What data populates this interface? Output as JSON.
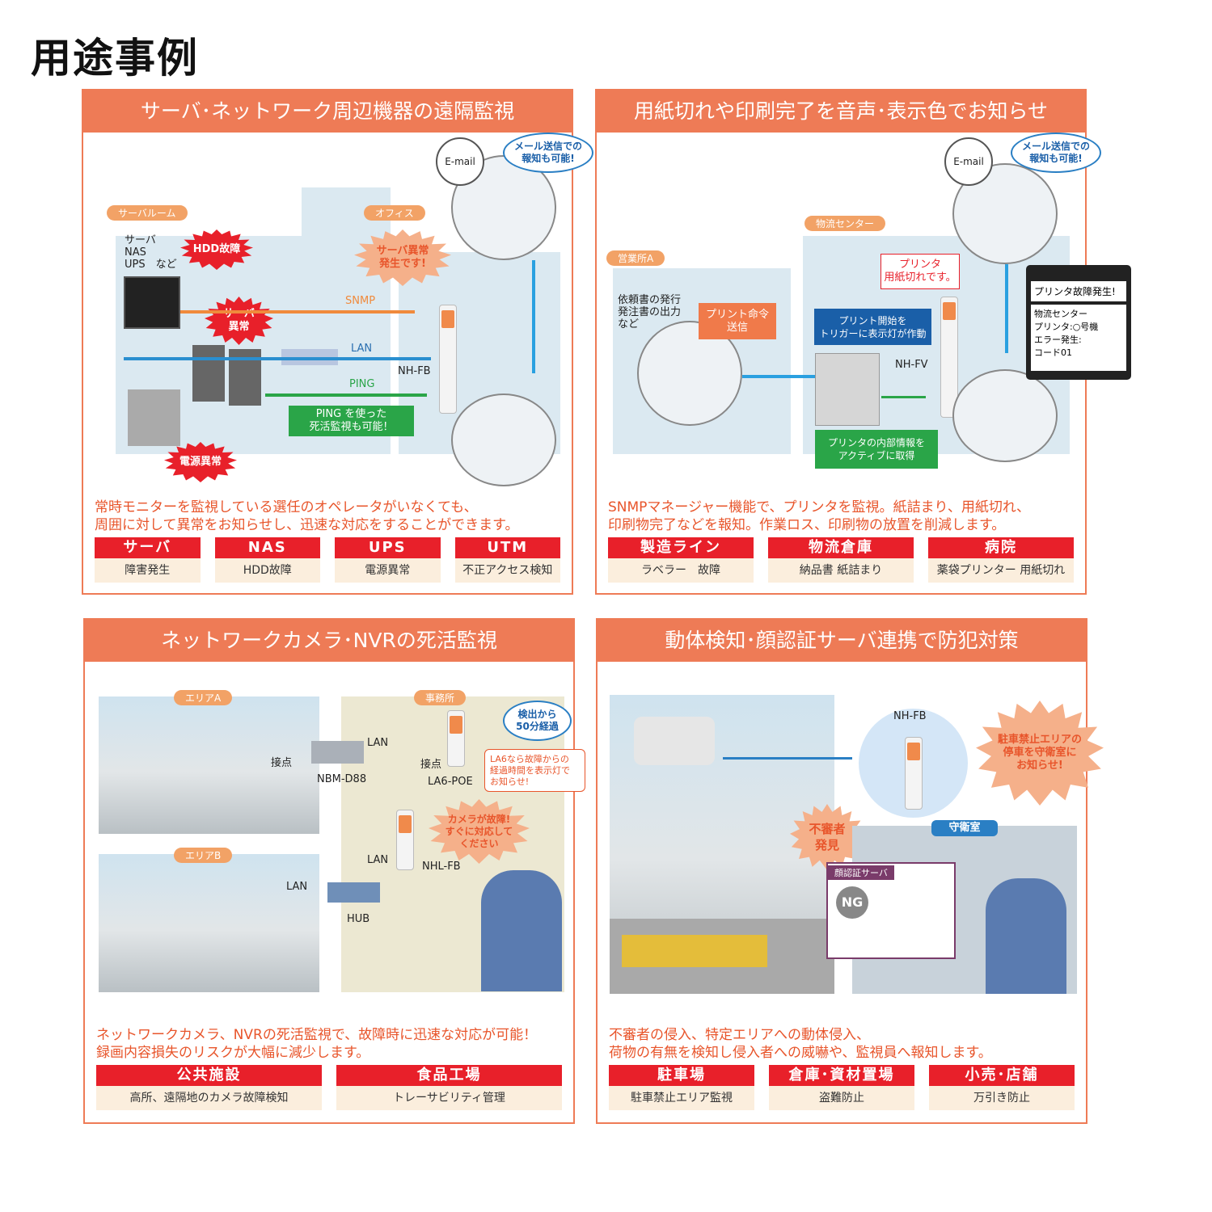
{
  "title": "用途事例",
  "panels": [
    {
      "title": "サーバ･ネットワーク周辺機器の遠隔監視",
      "desc": "常時モニターを監視している選任のオペレータがいなくても、\n周囲に対して異常をお知らせし、迅速な対応をすることができます。",
      "tags": [
        {
          "name": "サーバ",
          "detail": "障害発生"
        },
        {
          "name": "NAS",
          "detail": "HDD故障"
        },
        {
          "name": "UPS",
          "detail": "電源異常"
        },
        {
          "name": "UTM",
          "detail": "不正アクセス検知"
        }
      ],
      "labels": {
        "server_room": "サーバルーム",
        "office": "オフィス",
        "devices": "サーバ\nNAS\nUPS　など",
        "hdd": "HDD故障",
        "server_error": "サーバ\n異常",
        "power": "電源異常",
        "snmp": "SNMP",
        "lan": "LAN",
        "ping": "PING",
        "ping_note": "PING を使った\n死活監視も可能！",
        "model": "NH-FB",
        "alert": "サーバ異常\n発生です!",
        "email": "E-mail",
        "mail_note": "メール送信での\n報知も可能!"
      }
    },
    {
      "title": "用紙切れや印刷完了を音声･表示色でお知らせ",
      "desc": "SNMPマネージャー機能で、プリンタを監視。紙詰まり、用紙切れ、\n印刷物完了などを報知。作業ロス、印刷物の放置を削減します。",
      "tags": [
        {
          "name": "製造ライン",
          "detail": "ラベラー　故障"
        },
        {
          "name": "物流倉庫",
          "detail": "納品書 紙詰まり"
        },
        {
          "name": "病院",
          "detail": "薬袋プリンター 用紙切れ"
        }
      ],
      "labels": {
        "sales": "営業所A",
        "logistics": "物流センター",
        "work": "依頼書の発行\n発注書の出力\nなど",
        "print_cmd": "プリント命令\n送信",
        "paper_out": "プリンタ\n用紙切れです。",
        "trigger": "プリント開始を\nトリガーに表示灯が作動",
        "model": "NH-FV",
        "active": "プリンタの内部情報を\nアクティブに取得",
        "email": "E-mail",
        "mail_note": "メール送信での\n報知も可能!",
        "notice_title": "プリンタ故障発生!",
        "notice_body": "物流センター\nプリンタ:○号機\nエラー発生:\nコード01"
      }
    },
    {
      "title": "ネットワークカメラ･NVRの死活監視",
      "desc": "ネットワークカメラ、NVRの死活監視で、故障時に迅速な対応が可能！\n録画内容損失のリスクが大幅に減少します。",
      "tags": [
        {
          "name": "公共施設",
          "detail": "高所、遠隔地のカメラ故障検知"
        },
        {
          "name": "食品工場",
          "detail": "トレーサビリティ管理"
        }
      ],
      "labels": {
        "area_a": "エリアA",
        "office": "事務所",
        "area_b": "エリアB",
        "contact1": "接点",
        "nbm": "NBM-D88",
        "lan1": "LAN",
        "contact2": "接点",
        "la6": "LA6-POE",
        "elapsed": "検出から\n50分経過",
        "la6_note": "LA6なら故障からの\n経過時間を表示灯で\nお知らせ!",
        "camera_fail": "カメラが故障!\nすぐに対応して\nください",
        "lan2": "LAN",
        "nhl": "NHL-FB",
        "lan3": "LAN",
        "hub": "HUB"
      }
    },
    {
      "title": "動体検知･顔認証サーバ連携で防犯対策",
      "desc": "不審者の侵入、特定エリアへの動体侵入、\n荷物の有無を検知し侵入者への威嚇や、監視員へ報知します。",
      "tags": [
        {
          "name": "駐車場",
          "detail": "駐車禁止エリア監視"
        },
        {
          "name": "倉庫･資材置場",
          "detail": "盗難防止"
        },
        {
          "name": "小売･店舗",
          "detail": "万引き防止"
        }
      ],
      "labels": {
        "model": "NH-FB",
        "parking_note": "駐車禁止エリアの\n停車を守衛室に\nお知らせ!",
        "suspicious": "不審者\n発見",
        "guard": "守衛室",
        "face_server": "顔認証サーバ",
        "ng": "NG"
      }
    }
  ],
  "colors": {
    "accent": "#ee7b56",
    "tag_red": "#e8202a",
    "tag_bg": "#fbeedd",
    "desc_text": "#e8552b"
  }
}
